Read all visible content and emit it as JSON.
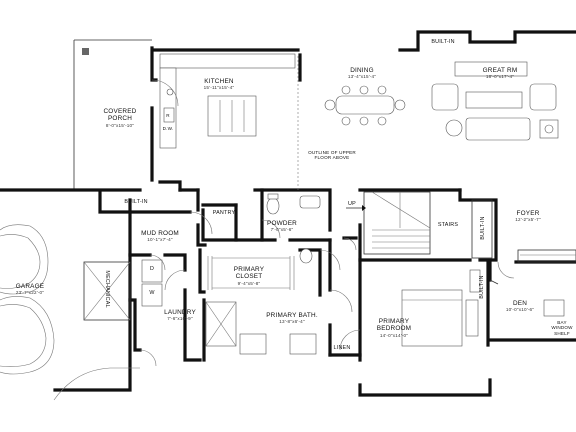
{
  "rooms": {
    "kitchen": {
      "name": "KITCHEN",
      "dim": "15'-11\"x15'-4\""
    },
    "dining": {
      "name": "DINING",
      "dim": "13'-4\"x15'-4\""
    },
    "great_rm": {
      "name": "GREAT RM",
      "dim": "18'-0\"x17'-4\""
    },
    "covered_porch": {
      "name": "COVERED\nPORCH",
      "dim": "8'-0\"x15'-10\""
    },
    "mud_room": {
      "name": "MUD ROOM",
      "dim": "10'-1\"x7'-4\""
    },
    "pantry": {
      "name": "PANTRY"
    },
    "powder": {
      "name": "POWDER",
      "dim": "7'-0\"x5'-6\""
    },
    "primary_closet": {
      "name": "PRIMARY\nCLOSET",
      "dim": "9'-4\"x5'-8\""
    },
    "primary_bath": {
      "name": "PRIMARY BATH.",
      "dim": "13'-8\"x6'-4\""
    },
    "laundry": {
      "name": "LAUNDRY",
      "dim": "7'-6\"x10'-9\""
    },
    "garage": {
      "name": "GARAGE",
      "dim": "23'-7\"x22'-0\""
    },
    "primary_bedroom": {
      "name": "PRIMARY\nBEDROOM",
      "dim": "14'-0\"x14'-0\""
    },
    "foyer": {
      "name": "FOYER",
      "dim": "12'-2\"x5'-7\""
    },
    "den": {
      "name": "DEN",
      "dim": "10'-0\"x10'-6\""
    },
    "stairs": {
      "name": "STAIRS"
    },
    "linen": {
      "name": "LINEN"
    }
  },
  "labels": {
    "built_in_top": "BUILT-IN",
    "built_in_mud": "BUILT-IN",
    "built_in_stairs": "BUILT-IN",
    "built_in_den": "BUILT-IN",
    "mechanical": "MECHANICAL",
    "up": "UP",
    "outline_note": "OUTLINE OF UPPER\nFLOOR ABOVE",
    "bay_window": "BAY\nWINDOW\nSHELF",
    "dryer": "D",
    "washer": "W",
    "fridge": "R",
    "dw": "D.W."
  }
}
